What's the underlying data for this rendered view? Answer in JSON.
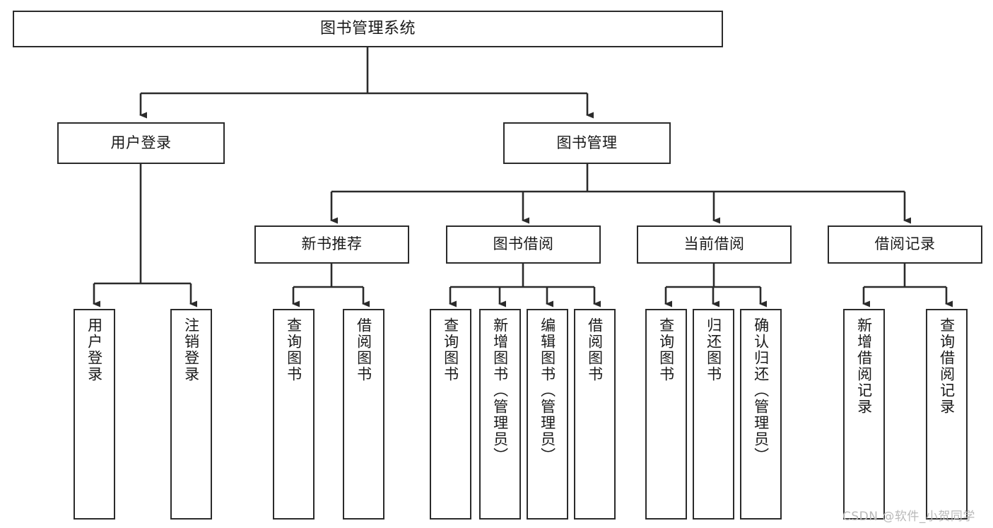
{
  "diagram": {
    "title": "图书管理系统",
    "type": "tree-hierarchy",
    "watermark": "CSDN @软件_小贺同学",
    "colors": {
      "stroke": "#2b2b2b",
      "fill": "#ffffff",
      "text": "#1a1a1a",
      "watermark": "#b9b9b9"
    },
    "nodes": {
      "root": {
        "label": "图书管理系统"
      },
      "level1": [
        {
          "id": "user-login",
          "label": "用户登录"
        },
        {
          "id": "book-manage",
          "label": "图书管理"
        }
      ],
      "level2": [
        {
          "id": "new-book-recommend",
          "label": "新书推荐"
        },
        {
          "id": "book-borrow",
          "label": "图书借阅"
        },
        {
          "id": "current-borrow",
          "label": "当前借阅"
        },
        {
          "id": "borrow-record",
          "label": "借阅记录"
        }
      ],
      "leaves": {
        "user-login": [
          {
            "id": "leaf-user-login",
            "label": "用户登录"
          },
          {
            "id": "leaf-logout-login",
            "label": "注销登录"
          }
        ],
        "new-book-recommend": [
          {
            "id": "leaf-query-book-1",
            "label": "查询图书"
          },
          {
            "id": "leaf-borrow-book-1",
            "label": "借阅图书"
          }
        ],
        "book-borrow": [
          {
            "id": "leaf-query-book-2",
            "label": "查询图书"
          },
          {
            "id": "leaf-add-book",
            "label": "新增图书（管理员）"
          },
          {
            "id": "leaf-edit-book",
            "label": "编辑图书（管理员）"
          },
          {
            "id": "leaf-borrow-book-2",
            "label": "借阅图书"
          }
        ],
        "current-borrow": [
          {
            "id": "leaf-query-book-3",
            "label": "查询图书"
          },
          {
            "id": "leaf-return-book",
            "label": "归还图书"
          },
          {
            "id": "leaf-confirm-return",
            "label": "确认归还（管理员）"
          }
        ],
        "borrow-record": [
          {
            "id": "leaf-add-record",
            "label": "新增借阅记录"
          },
          {
            "id": "leaf-query-record",
            "label": "查询借阅记录"
          }
        ]
      }
    }
  }
}
